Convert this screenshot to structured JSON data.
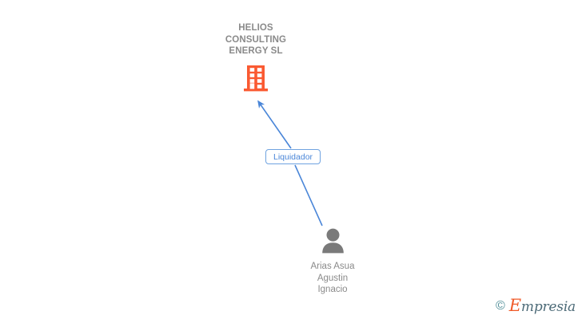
{
  "diagram": {
    "background_color": "#ffffff",
    "company": {
      "name": "HELIOS\nCONSULTING\nENERGY SL",
      "icon": "building-icon",
      "icon_color": "#fa5a32"
    },
    "person": {
      "name": "Arias Asua\nAgustin\nIgnacio",
      "icon": "person-icon",
      "icon_color": "#7a7a7a"
    },
    "relationship": {
      "label": "Liquidador",
      "from": "Arias Asua Agustin Ignacio",
      "to": "HELIOS CONSULTING ENERGY SL",
      "line_color": "#4a86d8",
      "label_text_color": "#4a86d8",
      "label_border_color": "#6fa3e0"
    }
  },
  "footer": {
    "copyright_symbol": "©",
    "brand_initial": "E",
    "brand_rest": "mpresia",
    "brand_accent_color": "#f05a28"
  }
}
